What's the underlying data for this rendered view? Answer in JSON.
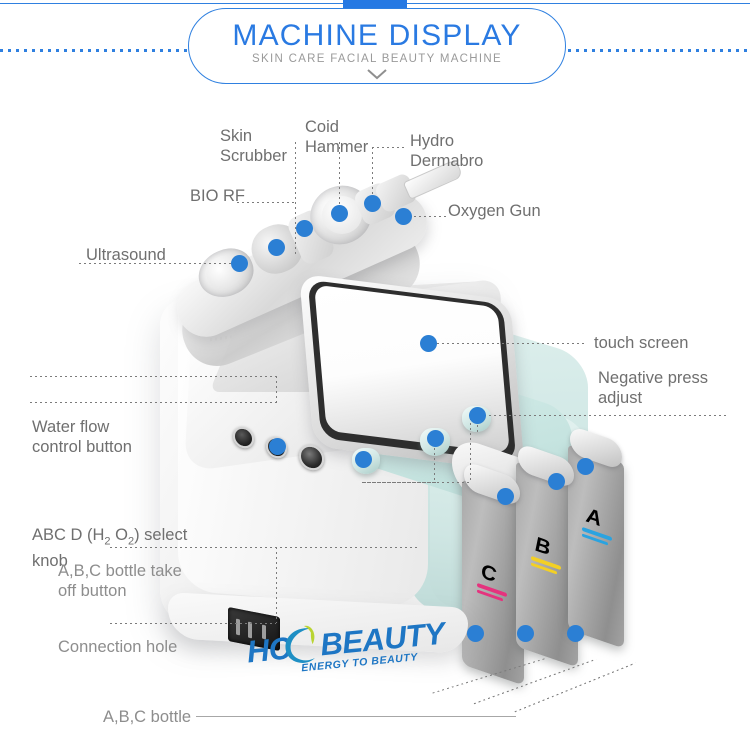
{
  "header": {
    "title": "MACHINE DISPLAY",
    "subtitle": "SKIN CARE FACIAL BEAUTY MACHINE",
    "chevron_icon": "chevron-down-icon",
    "accent_color": "#2a7ae2",
    "subtitle_color": "#9a9a9a"
  },
  "diagram": {
    "marker_color": "#2b7fd4",
    "label_color": "#6f6f6f",
    "callouts": [
      {
        "id": "skin-scrubber",
        "label": "Skin\nScrubber"
      },
      {
        "id": "coid-hammer",
        "label": "Coid\nHammer"
      },
      {
        "id": "hydro-dermabro",
        "label": "Hydro\nDermabro"
      },
      {
        "id": "bio-rf",
        "label": "BIO RF"
      },
      {
        "id": "oxygen-gun",
        "label": "Oxygen Gun"
      },
      {
        "id": "ultrasound",
        "label": "Ultrasound"
      },
      {
        "id": "touch-screen",
        "label": "touch screen"
      },
      {
        "id": "negative-press-adjust",
        "label": "Negative press\nadjust"
      },
      {
        "id": "water-flow-control-button",
        "label": "Water flow\ncontrol button"
      },
      {
        "id": "abcd-select-knob",
        "label_pre": "ABC D (H",
        "label_sub1": "2",
        "label_mid": " O",
        "label_sub2": "2",
        "label_post": ") select",
        "label_line2": "knob"
      },
      {
        "id": "abc-bottle-take-off-button",
        "label": "A,B,C bottle take\noff button"
      },
      {
        "id": "connection-hole",
        "label": "Connection hole"
      },
      {
        "id": "abc-bottle",
        "label": "A,B,C bottle"
      }
    ]
  },
  "machine": {
    "brand": "HCBEAUTY",
    "brand_prefix": "HC",
    "brand_suffix": "BEAUTY",
    "tagline": "ENERGY TO BEAUTY",
    "brand_color": "#1e76c4",
    "swoosh_colors": [
      "#b9d432",
      "#1e8fc4"
    ],
    "bottles": [
      {
        "letter": "C",
        "color": "#e5337e"
      },
      {
        "letter": "B",
        "color": "#f3d024"
      },
      {
        "letter": "A",
        "color": "#2aa3e0"
      }
    ]
  }
}
